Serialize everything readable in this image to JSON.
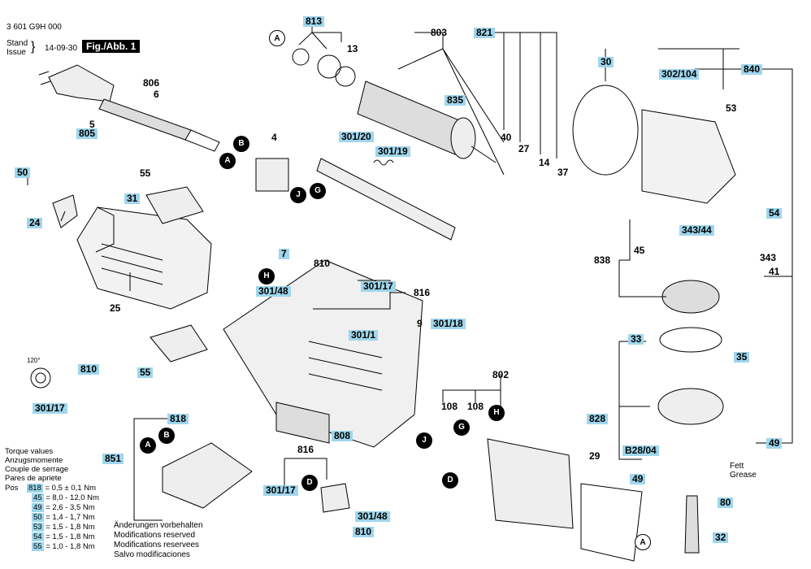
{
  "header": {
    "doc_number": "3 601 G9H 000",
    "stand": "Stand",
    "issue": "Issue",
    "date": "14-09-30",
    "fig_label": "Fig./Abb. 1"
  },
  "parts": [
    "813",
    "803",
    "821",
    "13",
    "835",
    "840",
    "302/104",
    "30",
    "53",
    "806",
    "6",
    "5",
    "805",
    "4",
    "301/20",
    "301/19",
    "40",
    "27",
    "14",
    "37",
    "50",
    "55",
    "31",
    "24",
    "25",
    "7",
    "810",
    "301/48",
    "301/17",
    "816",
    "54",
    "343/44",
    "343",
    "838",
    "45",
    "41",
    "9",
    "301/18",
    "301/1",
    "33",
    "35",
    "802",
    "108",
    "108",
    "120°",
    "810",
    "301/17",
    "818",
    "808",
    "828",
    "851",
    "816",
    "29",
    "B28/04",
    "49",
    "49",
    "301/17",
    "301/48",
    "810",
    "80",
    "32",
    "55"
  ],
  "callouts": [
    "A",
    "B",
    "A",
    "B",
    "J",
    "G",
    "H",
    "G",
    "J",
    "H",
    "D",
    "A",
    "B",
    "D",
    "A"
  ],
  "grease_note": [
    "Fett",
    "Grease"
  ],
  "torque": {
    "title": [
      "Torque values",
      "Anzugsmomente",
      "Couple de serrage",
      "Pares de apriete"
    ],
    "pos_label": "Pos",
    "rows": [
      {
        "pos": "818",
        "val": "= 0,5 ± 0,1 Nm"
      },
      {
        "pos": "45",
        "val": "= 8,0 - 12,0 Nm"
      },
      {
        "pos": "49",
        "val": "= 2,6 - 3,5 Nm"
      },
      {
        "pos": "50",
        "val": "= 1,4 - 1,7 Nm"
      },
      {
        "pos": "53",
        "val": "= 1,5 - 1,8 Nm"
      },
      {
        "pos": "54",
        "val": "= 1,5 - 1,8 Nm"
      },
      {
        "pos": "55",
        "val": "= 1,0 - 1,8 Nm"
      }
    ]
  },
  "changes": [
    "Änderungen vorbehalten",
    "Modifications reserved",
    "Modifications reservees",
    "Salvo modificaciones"
  ]
}
